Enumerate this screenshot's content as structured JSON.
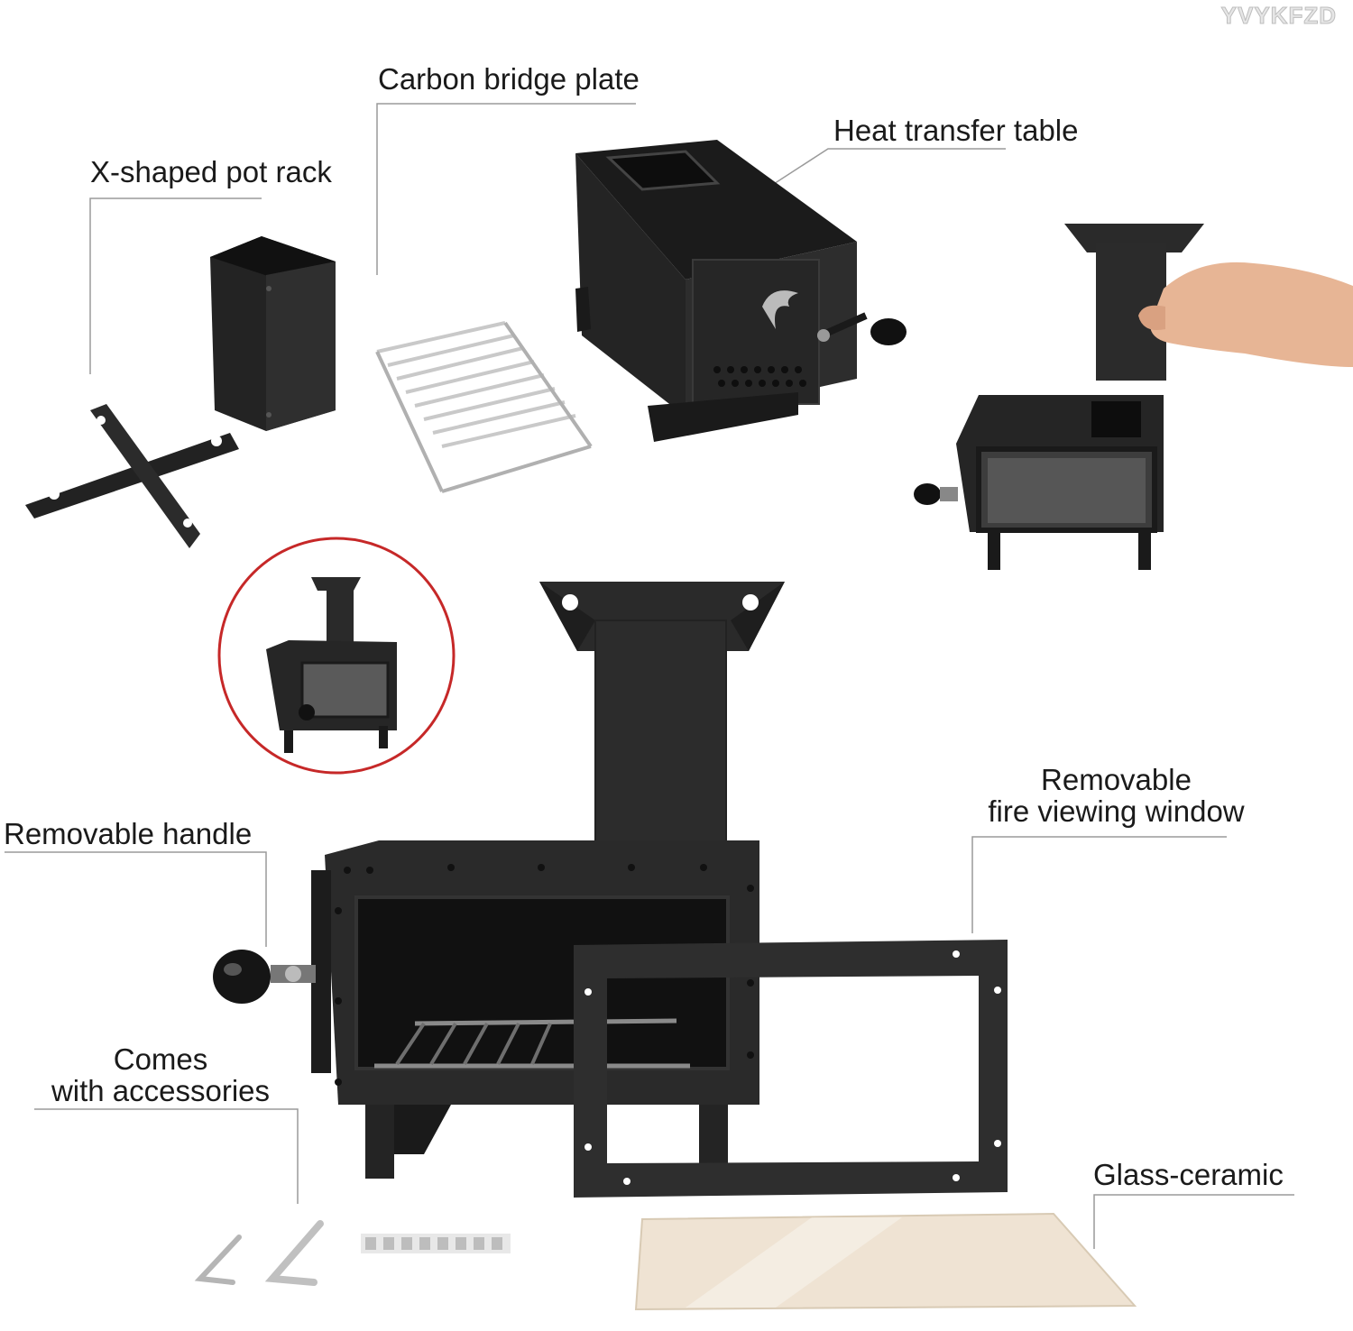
{
  "brand": "YVYKFZD",
  "labels": {
    "carbon_bridge_plate": "Carbon bridge plate",
    "heat_transfer_table": "Heat transfer table",
    "x_shaped_pot_rack": "X-shaped pot rack",
    "removable_handle": "Removable handle",
    "removable_window_line1": "Removable",
    "removable_window_line2": "fire viewing window",
    "accessories_line1": "Comes",
    "accessories_line2": "with accessories",
    "glass_ceramic": "Glass-ceramic"
  },
  "colors": {
    "background": "#ffffff",
    "metal": "#2b2b2b",
    "metal_dark": "#1c1c1c",
    "leader_line": "#9a9a9a",
    "highlight_circle": "#c62828",
    "glass": "#efe3d3",
    "chrome": "#c9c9c9"
  }
}
